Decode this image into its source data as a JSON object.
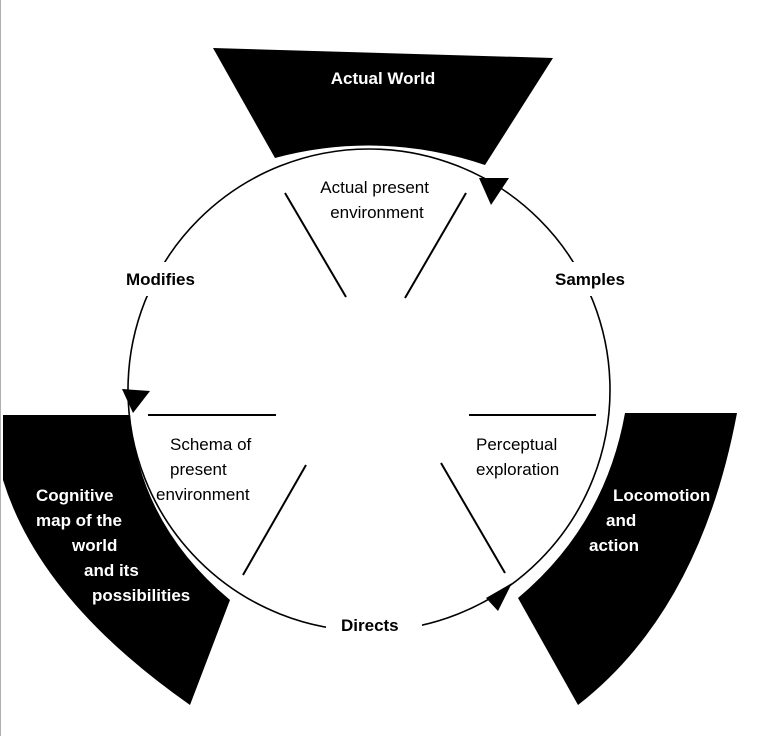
{
  "colors": {
    "ink": "#000000",
    "paper": "#ffffff",
    "edge": "#b0b0b0"
  },
  "outer_blocks": {
    "top": "Actual World",
    "left": [
      "Cognitive",
      "map of the",
      "world",
      "and its",
      "possibilities"
    ],
    "right": [
      "Locomotion",
      "and",
      "action"
    ]
  },
  "inner_sectors": {
    "top": [
      "Actual present",
      "environment"
    ],
    "left": [
      "Schema of",
      "present",
      "environment"
    ],
    "right": [
      "Perceptual",
      "exploration"
    ]
  },
  "cycle_labels": {
    "modifies": "Modifies",
    "samples": "Samples",
    "directs": "Directs"
  }
}
